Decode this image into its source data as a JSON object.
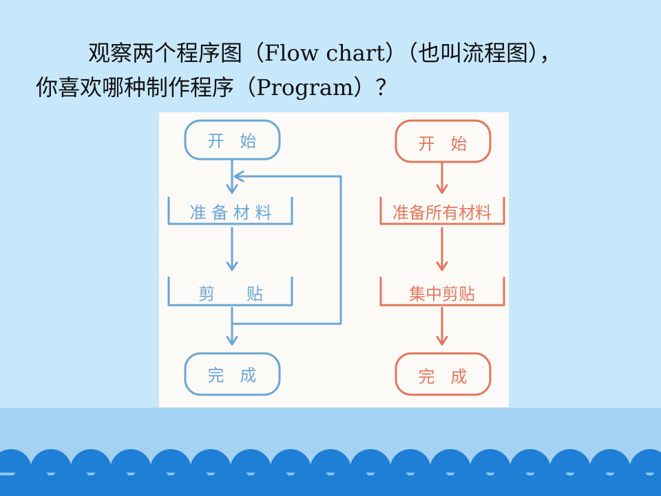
{
  "slide": {
    "question_line1": "观察两个程序图（Flow chart）（也叫流程图），",
    "question_line2": "你喜欢哪种制作程序（Program）？"
  },
  "flowchart_left": {
    "color": "#6aa6d6",
    "start": "开   始",
    "step1": "准 备 材 料",
    "step2": "剪      贴",
    "end": "完   成"
  },
  "flowchart_right": {
    "color": "#e2775c",
    "start": "开   始",
    "step1": "准备所有材料",
    "step2": "集中剪贴",
    "end": "完   成"
  },
  "theme": {
    "background": "#c7e8fb",
    "footer": "#a4d2f2",
    "wave": "#1f7ed6"
  }
}
